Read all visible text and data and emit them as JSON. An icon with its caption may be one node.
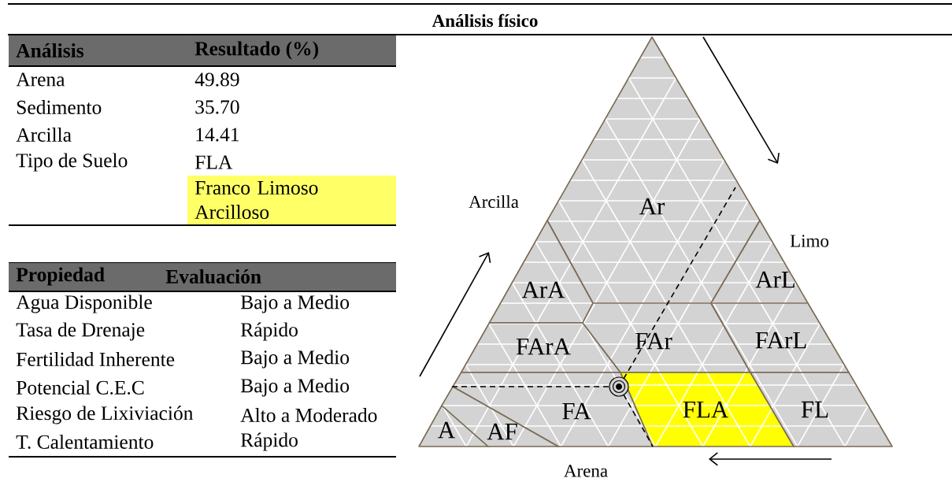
{
  "diagram": {
    "title": "Análisis físico",
    "nodes": [
      {
        "text": [
          "Ar"
        ]
      },
      {
        "text": [
          "ArA"
        ]
      },
      {
        "text": [
          "ArL"
        ]
      },
      {
        "text": [
          "FArA"
        ]
      },
      {
        "text": [
          "FAr"
        ]
      },
      {
        "text": [
          "FArL"
        ]
      },
      {
        "text": [
          "FA"
        ]
      },
      {
        "text": [
          "FLA"
        ]
      },
      {
        "text": [
          "FL"
        ]
      },
      {
        "text": [
          "A"
        ]
      },
      {
        "text": [
          "AF"
        ]
      }
    ],
    "labels": [
      "Análisis",
      "Resultado (%)",
      "Arena",
      "49.89",
      "Sedimento",
      "35.70",
      "Arcilla",
      "14.41",
      "Tipo de Suelo",
      "FLA",
      "Franco Limoso Arcilloso",
      "Propiedad",
      "Evaluación",
      "Agua Disponible",
      "Bajo a Medio",
      "Tasa de Drenaje",
      "Rápido",
      "Fertilidad Inherente",
      "Bajo a Medio",
      "Potencial C.E.C",
      "Bajo a Medio",
      "Riesgo de Lixiviación",
      "Alto a Moderado",
      "T. Calentamiento",
      "Rápido",
      "Arcilla",
      "Limo",
      "Arena"
    ]
  }
}
